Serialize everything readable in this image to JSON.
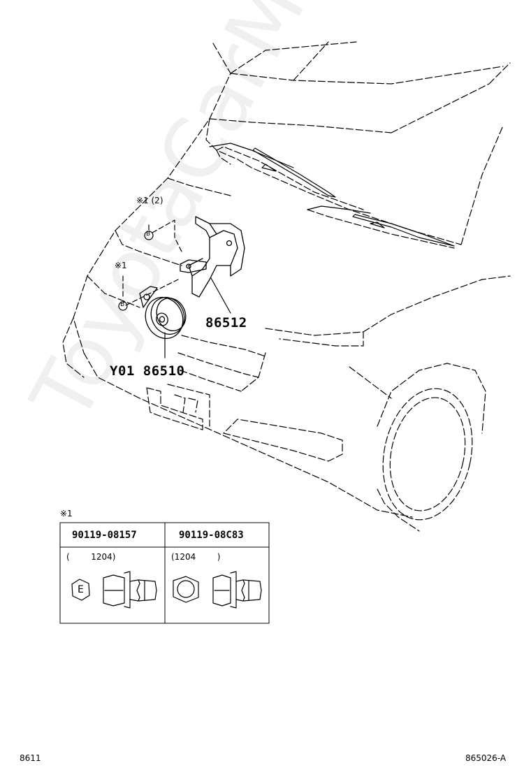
{
  "callouts": {
    "part_bracket": "86512",
    "part_horn": "Y01 86510",
    "note_12": "※1 (2)",
    "note_1": "※1",
    "bolt_marker_b": "B"
  },
  "table": {
    "note": "※1",
    "columns": [
      {
        "part_no": "90119-08157",
        "spec": "(        1204)",
        "head_mark": "E"
      },
      {
        "part_no": "90119-08C83",
        "spec": "(1204        )",
        "head_mark": ""
      }
    ]
  },
  "footer": {
    "left_code": "8611",
    "right_code": "865026-A"
  },
  "watermark": "ToyotaCarMine.ru"
}
